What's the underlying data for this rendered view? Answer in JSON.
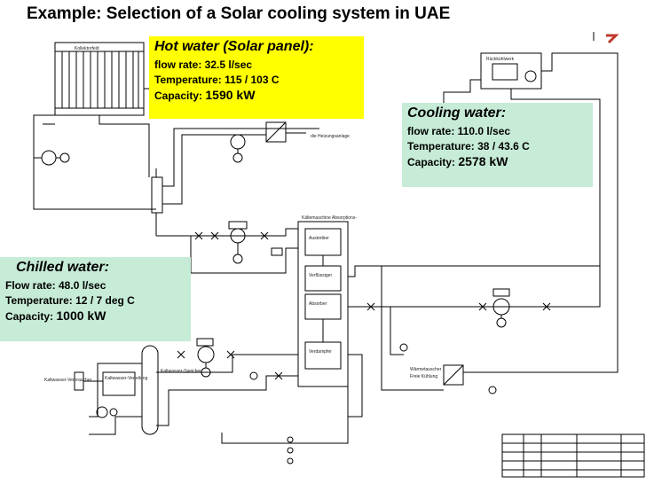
{
  "title": "Example: Selection of a Solar cooling system in UAE",
  "hot_water": {
    "heading": "Hot water (Solar panel):",
    "flow_label": "flow rate: 32.5 l/sec",
    "temp_label": "Temperature: 115 / 103 C",
    "capacity_label": "Capacity:",
    "capacity_value": "1590 kW"
  },
  "cooling_water": {
    "heading": "Cooling water:",
    "flow_label": "flow rate: 110.0 l/sec",
    "temp_label": "Temperature: 38 / 43.6 C",
    "capacity_label": "Capacity:",
    "capacity_value": "2578 kW"
  },
  "chilled_water": {
    "heading": "Chilled water:",
    "flow_label": "Flow rate: 48.0 l/sec",
    "temp_label": "Temperature: 12 / 7 deg C",
    "capacity_label": "Capacity:",
    "capacity_value": "1000 kW"
  },
  "diagram_labels": {
    "collector": "Kollektorfeld",
    "cooling_tower": "Rückkühlwerk",
    "absorption": "Kältemaschine Absorptions-",
    "generator": "Austreiber",
    "condenser": "Verflüssiger",
    "absorber": "Absorber",
    "evaporator": "Verdampfer",
    "heat_exchanger": "Wärmetauscher",
    "free_cooling": "Freie Kühlung",
    "cold_distribution": "Kaltwasser-Verteilung",
    "cold_storage": "Kaltwasser-Speicher",
    "cold_consumer": "Kaltwasser-Verbraucher",
    "heating_line": "die Heizungsanlage"
  },
  "colors": {
    "hot_box": "#ffff00",
    "cool_box": "#c6ebd6",
    "line": "#000000"
  }
}
